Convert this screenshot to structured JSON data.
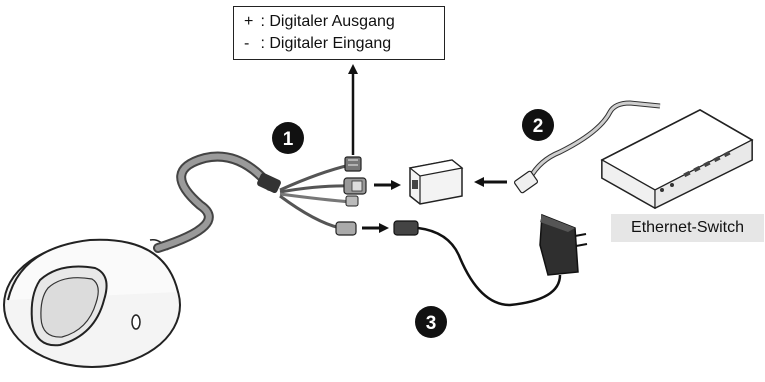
{
  "io_legend": {
    "lines": [
      {
        "symbol": "+",
        "text": ": Digitaler Ausgang"
      },
      {
        "symbol": "-",
        "text": ": Digitaler Eingang"
      }
    ]
  },
  "labels": {
    "ethernet_switch": "Ethernet-Switch"
  },
  "steps": [
    {
      "number": "1"
    },
    {
      "number": "2"
    },
    {
      "number": "3"
    }
  ]
}
